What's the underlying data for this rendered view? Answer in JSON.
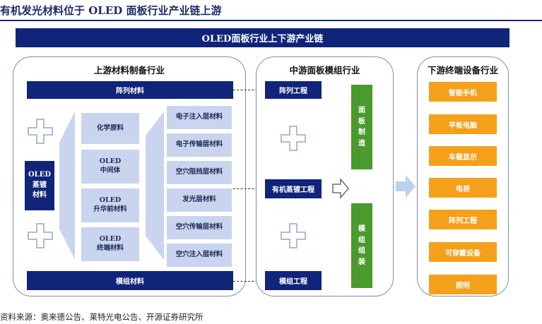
{
  "title": "有机发光材料位于 OLED 面板行业产业链上游",
  "banner": "OLED面板行业上下游产业链",
  "upstream": {
    "title": "上游材料制备行业",
    "array_materials": "阵列材料",
    "module_materials": "模组材料",
    "oled_evap": [
      "OLED",
      "蒸镀",
      "材料"
    ],
    "chain": [
      [
        "化学原料"
      ],
      [
        "OLED",
        "中间体"
      ],
      [
        "OLED",
        "升华前材料"
      ],
      [
        "OLED",
        "终端材料"
      ]
    ],
    "layers": [
      "电子注入层材料",
      "电子传输层材料",
      "空穴阻挡层材料",
      "发光层材料",
      "空穴传输层材料",
      "空穴注入层材料"
    ]
  },
  "midstream": {
    "title": "中游面板模组行业",
    "array_process": "阵列工程",
    "evap_process": "有机蒸镀工程",
    "module_process": "模组工程",
    "panel_mfg": [
      "面",
      "板",
      "制",
      "造"
    ],
    "module_assembly": [
      "模",
      "组",
      "组",
      "装"
    ]
  },
  "downstream": {
    "title": "下游终端设备行业",
    "items": [
      "智能手机",
      "平板电脑",
      "车载显示",
      "电视",
      "阵列工程",
      "可穿戴设备",
      "照明"
    ]
  },
  "source": "资料来源：奥来德公告、莱特光电公告、开源证券研究所",
  "colors": {
    "navy": "#10247a",
    "light_blue": "#c9d4ef",
    "green": "#4a9a2d",
    "orange": "#f5a01a"
  }
}
